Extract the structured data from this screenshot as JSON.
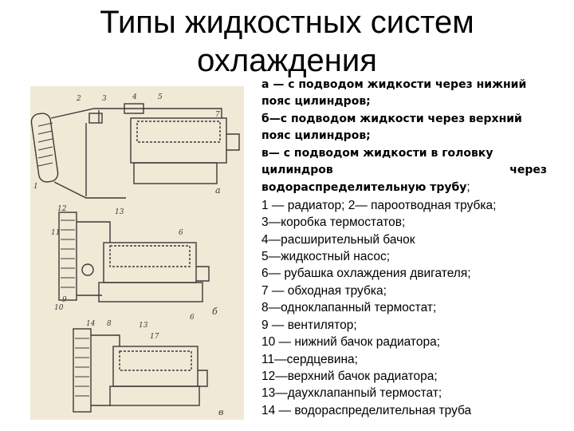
{
  "title": {
    "line1": "Типы жидкостных систем",
    "line2": "охлаждения"
  },
  "figure": {
    "labels": [
      "1",
      "2",
      "3",
      "4",
      "5",
      "7",
      "а",
      "9",
      "12",
      "11",
      "10",
      "б",
      "13",
      "6",
      "14",
      "8",
      "13",
      "17",
      "6",
      "в"
    ]
  },
  "caption": {
    "variants": {
      "a": {
        "line1": "а — с подводом жидкости через нижний",
        "line2": "пояс цилиндров;"
      },
      "b": {
        "line1": "б—с подводом жидкости через верхний",
        "line2": "пояс цилиндров;"
      },
      "c": {
        "line1": "в— с подводом жидкости в головку",
        "line2_left": "цилиндров",
        "line2_right": "через",
        "line3": "водораспределительную трубу",
        "line3_suffix": ";"
      }
    },
    "items": [
      "1 — радиатор; 2— пароотводная трубка;",
      "3—коробка термостатов;",
      "4—расширительный бачок",
      "5—жидкостный насос;",
      "6— рубашка охлаждения двигателя;",
      "7 — обходная трубка;",
      "8—одноклапанный термостат;",
      "9 — вентилятор;",
      "10 — нижний бачок радиатора;",
      "11—сердцевина;",
      "12—верхний бачок радиатора;",
      "13—даухклапанпый термостат;",
      "14 — водораспределительная труба"
    ]
  }
}
